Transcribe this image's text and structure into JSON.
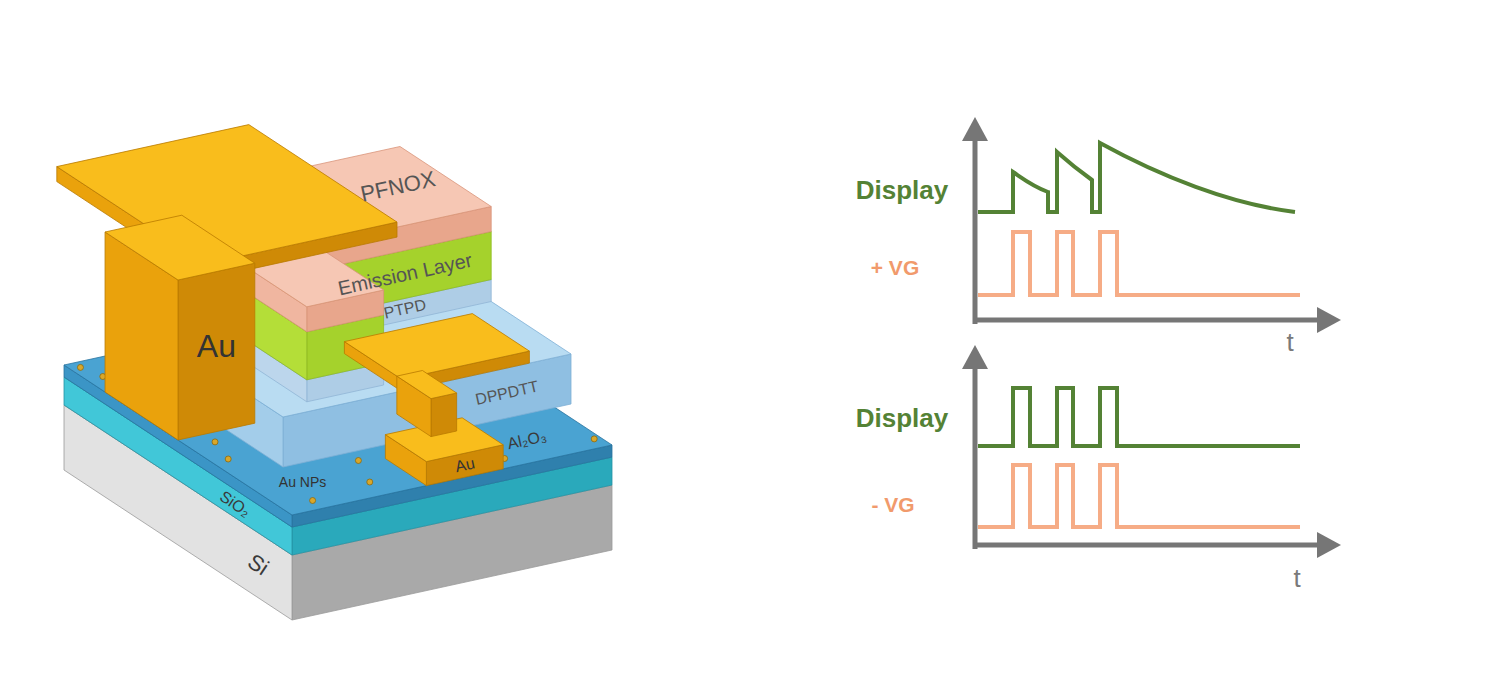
{
  "diagram": {
    "labels": [
      "PFNOX",
      "Emission Layer",
      "PTPD",
      "DPPDTT",
      "Au",
      "Au NPs",
      "Au",
      "Al₂O₃",
      "SiO₂",
      "Si",
      "Display",
      "+ VG",
      "t",
      "Display",
      "- VG",
      "t"
    ]
  }
}
